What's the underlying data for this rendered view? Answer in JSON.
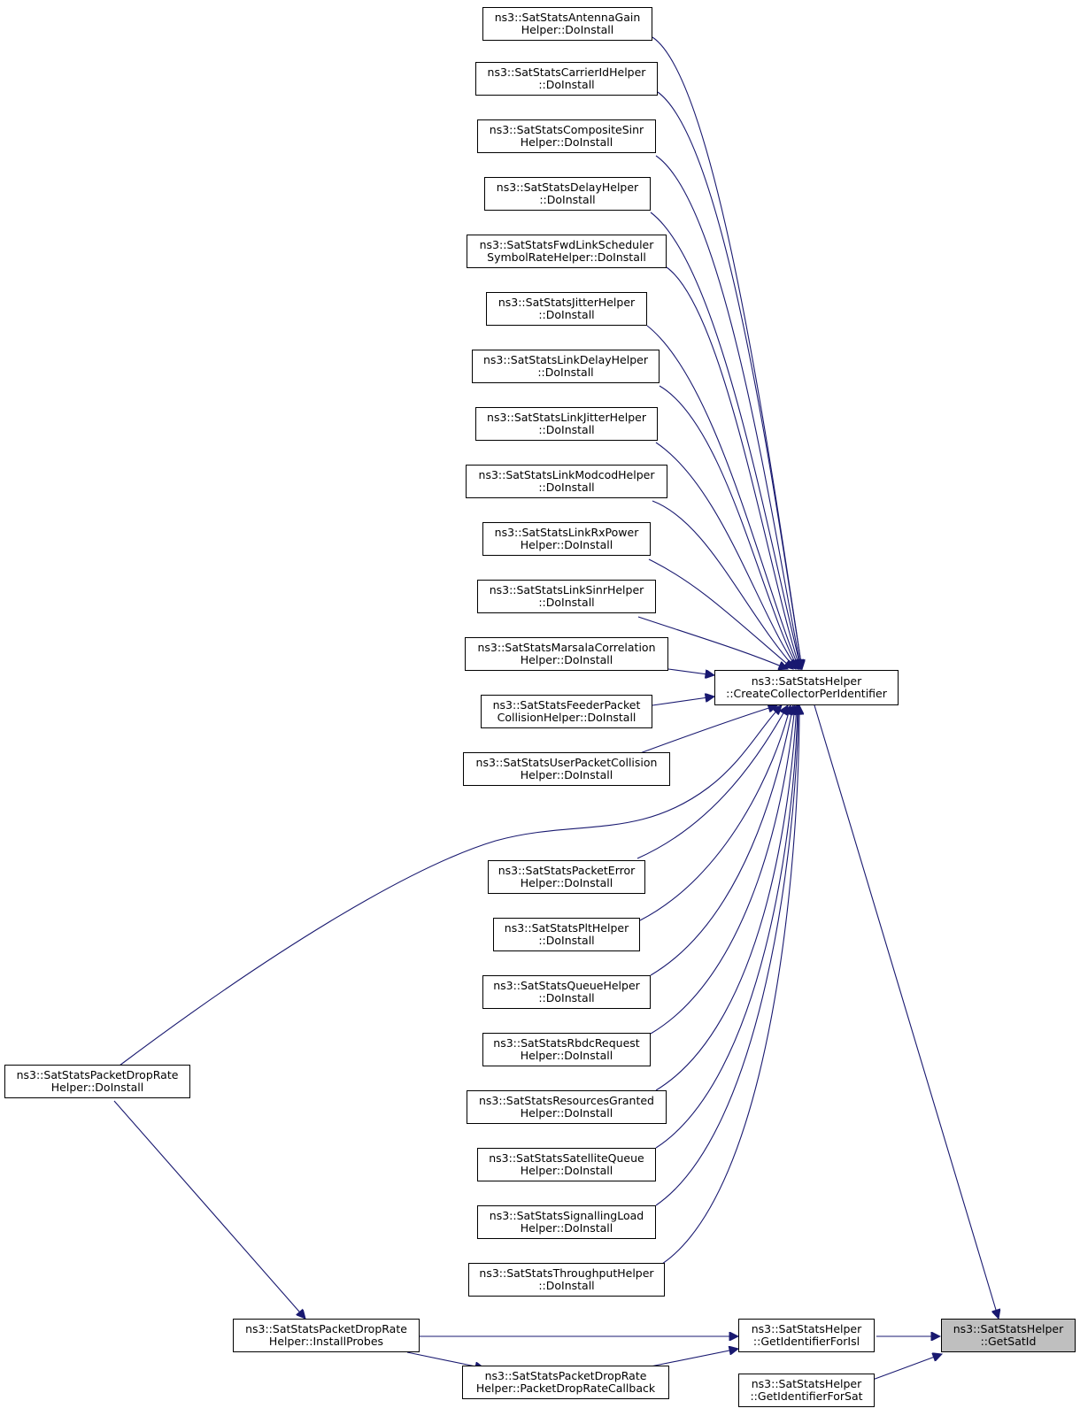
{
  "colors": {
    "edge": "#191970",
    "focus_fill": "#bfbfbf",
    "node_border": "#000000"
  },
  "nodes": {
    "antenna_gain": {
      "line1": "ns3::SatStatsAntennaGain",
      "line2": "Helper::DoInstall"
    },
    "carrier_id": {
      "line1": "ns3::SatStatsCarrierIdHelper",
      "line2": "::DoInstall"
    },
    "composite_sinr": {
      "line1": "ns3::SatStatsCompositeSinr",
      "line2": "Helper::DoInstall"
    },
    "delay": {
      "line1": "ns3::SatStatsDelayHelper",
      "line2": "::DoInstall"
    },
    "fwd_link_sched": {
      "line1": "ns3::SatStatsFwdLinkScheduler",
      "line2": "SymbolRateHelper::DoInstall"
    },
    "jitter": {
      "line1": "ns3::SatStatsJitterHelper",
      "line2": "::DoInstall"
    },
    "link_delay": {
      "line1": "ns3::SatStatsLinkDelayHelper",
      "line2": "::DoInstall"
    },
    "link_jitter": {
      "line1": "ns3::SatStatsLinkJitterHelper",
      "line2": "::DoInstall"
    },
    "link_modcod": {
      "line1": "ns3::SatStatsLinkModcodHelper",
      "line2": "::DoInstall"
    },
    "link_rx_power": {
      "line1": "ns3::SatStatsLinkRxPower",
      "line2": "Helper::DoInstall"
    },
    "link_sinr": {
      "line1": "ns3::SatStatsLinkSinrHelper",
      "line2": "::DoInstall"
    },
    "marsala": {
      "line1": "ns3::SatStatsMarsalaCorrelation",
      "line2": "Helper::DoInstall"
    },
    "feeder_collision": {
      "line1": "ns3::SatStatsFeederPacket",
      "line2": "CollisionHelper::DoInstall"
    },
    "user_collision": {
      "line1": "ns3::SatStatsUserPacketCollision",
      "line2": "Helper::DoInstall"
    },
    "packet_error": {
      "line1": "ns3::SatStatsPacketError",
      "line2": "Helper::DoInstall"
    },
    "plt": {
      "line1": "ns3::SatStatsPltHelper",
      "line2": "::DoInstall"
    },
    "queue": {
      "line1": "ns3::SatStatsQueueHelper",
      "line2": "::DoInstall"
    },
    "rbdc_request": {
      "line1": "ns3::SatStatsRbdcRequest",
      "line2": "Helper::DoInstall"
    },
    "resources_granted": {
      "line1": "ns3::SatStatsResourcesGranted",
      "line2": "Helper::DoInstall"
    },
    "satellite_queue": {
      "line1": "ns3::SatStatsSatelliteQueue",
      "line2": "Helper::DoInstall"
    },
    "signalling_load": {
      "line1": "ns3::SatStatsSignallingLoad",
      "line2": "Helper::DoInstall"
    },
    "throughput": {
      "line1": "ns3::SatStatsThroughputHelper",
      "line2": "::DoInstall"
    },
    "drop_rate_install": {
      "line1": "ns3::SatStatsPacketDropRate",
      "line2": "Helper::DoInstall"
    },
    "create_collector": {
      "line1": "ns3::SatStatsHelper",
      "line2": "::CreateCollectorPerIdentifier"
    },
    "install_probes": {
      "line1": "ns3::SatStatsPacketDropRate",
      "line2": "Helper::InstallProbes"
    },
    "drop_rate_cb": {
      "line1": "ns3::SatStatsPacketDropRate",
      "line2": "Helper::PacketDropRateCallback"
    },
    "get_id_isl": {
      "line1": "ns3::SatStatsHelper",
      "line2": "::GetIdentifierForIsl"
    },
    "get_id_sat": {
      "line1": "ns3::SatStatsHelper",
      "line2": "::GetIdentifierForSat"
    },
    "get_sat_id": {
      "line1": "ns3::SatStatsHelper",
      "line2": "::GetSatId"
    }
  }
}
